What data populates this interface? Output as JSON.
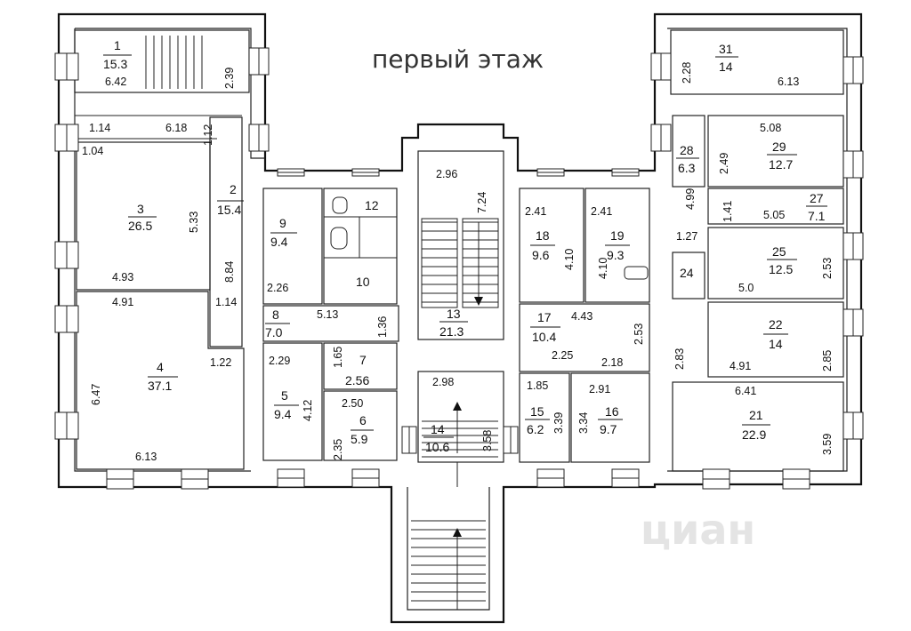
{
  "title": "первый этаж",
  "watermark": "циан",
  "rooms": [
    {
      "num": "1",
      "area": "15.3"
    },
    {
      "num": "2",
      "area": "15.4"
    },
    {
      "num": "3",
      "area": "26.5"
    },
    {
      "num": "4",
      "area": "37.1"
    },
    {
      "num": "5",
      "area": "9.4"
    },
    {
      "num": "6",
      "area": "5.9"
    },
    {
      "num": "7",
      "area": "2.56"
    },
    {
      "num": "8",
      "area": "7.0"
    },
    {
      "num": "9",
      "area": "9.4"
    },
    {
      "num": "10",
      "area": ""
    },
    {
      "num": "12",
      "area": ""
    },
    {
      "num": "13",
      "area": "21.3"
    },
    {
      "num": "14",
      "area": "10.6"
    },
    {
      "num": "15",
      "area": "6.2"
    },
    {
      "num": "16",
      "area": "9.7"
    },
    {
      "num": "17",
      "area": "10.4"
    },
    {
      "num": "18",
      "area": "9.6"
    },
    {
      "num": "19",
      "area": "9.3"
    },
    {
      "num": "21",
      "area": "22.9"
    },
    {
      "num": "22",
      "area": "14"
    },
    {
      "num": "24",
      "area": ""
    },
    {
      "num": "25",
      "area": "12.5"
    },
    {
      "num": "27",
      "area": "7.1"
    },
    {
      "num": "28",
      "area": "6.3"
    },
    {
      "num": "29",
      "area": "12.7"
    },
    {
      "num": "31",
      "area": "14"
    }
  ],
  "dimensions": [
    "6.42",
    "2.39",
    "1.14",
    "6.18",
    "1.12",
    "1.04",
    "5.33",
    "4.93",
    "8.84",
    "1.14",
    "4.91",
    "1.22",
    "6.47",
    "6.13",
    "2.26",
    "5.13",
    "1.36",
    "2.29",
    "1.65",
    "4.12",
    "2.50",
    "2.35",
    "2.96",
    "7.24",
    "2.98",
    "3.58",
    "2.41",
    "4.10",
    "2.41",
    "4.10",
    "4.43",
    "2.53",
    "2.25",
    "2.18",
    "1.85",
    "3.39",
    "2.91",
    "3.34",
    "2.28",
    "6.13",
    "5.08",
    "2.49",
    "4.99",
    "1.41",
    "5.05",
    "1.27",
    "2.53",
    "5.0",
    "2.83",
    "4.91",
    "2.85",
    "6.41",
    "3.59"
  ]
}
